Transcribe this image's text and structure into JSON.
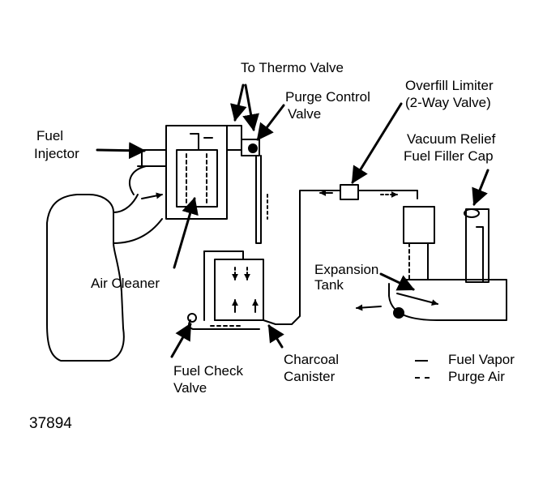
{
  "labels": {
    "to_thermo_valve": "To Thermo Valve",
    "purge_control_valve_1": "Purge Control",
    "purge_control_valve_2": "Valve",
    "overfill_limiter_1": "Overfill Limiter",
    "overfill_limiter_2": "(2-Way Valve)",
    "vacuum_relief_1": "Vacuum Relief",
    "vacuum_relief_2": "Fuel Filler Cap",
    "fuel_injector_1": "Fuel",
    "fuel_injector_2": "Injector",
    "air_cleaner": "Air Cleaner",
    "expansion_tank_1": "Expansion",
    "expansion_tank_2": "Tank",
    "fuel_check_valve_1": "Fuel Check",
    "fuel_check_valve_2": "Valve",
    "charcoal_canister_1": "Charcoal",
    "charcoal_canister_2": "Canister"
  },
  "legend": {
    "fuel_vapor": "Fuel Vapor",
    "purge_air": "Purge Air"
  },
  "figure_number": "37894",
  "colors": {
    "ink": "#000000",
    "background": "#ffffff"
  }
}
